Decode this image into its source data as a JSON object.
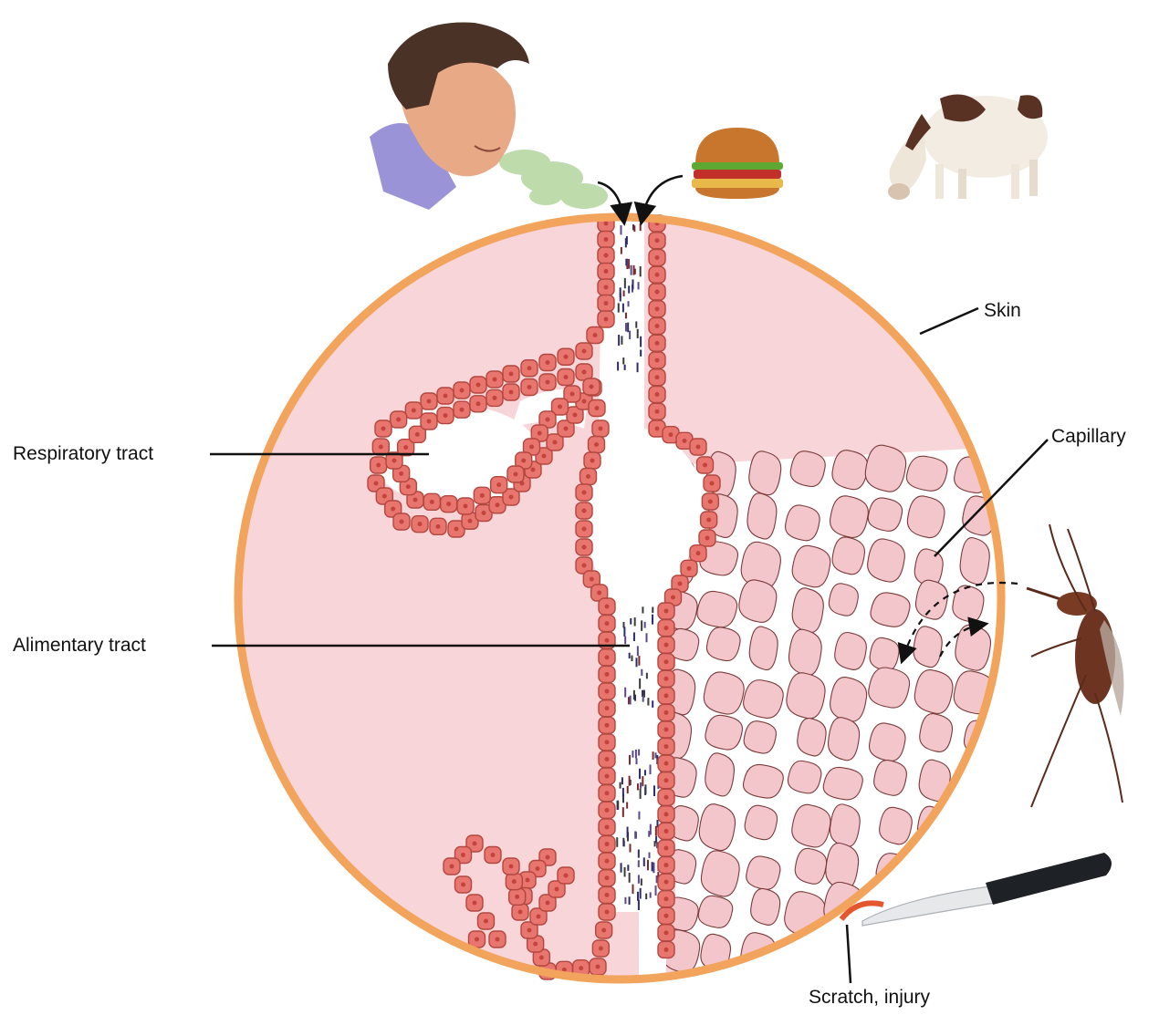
{
  "labels": {
    "skin": "Skin",
    "capillary": "Capillary",
    "respiratory": "Respiratory tract",
    "alimentary": "Alimentary tract",
    "scratch": "Scratch, injury"
  },
  "icons": {
    "person": "person-exhaling-icon",
    "burger": "hamburger-icon",
    "cow": "cow-icon",
    "mosquito": "mosquito-icon",
    "knife": "knife-icon"
  },
  "colors": {
    "skin": "#f2a35c",
    "tissue": "#f8d5d8",
    "epithelium": "#e9766e",
    "capillary_fill": "#f3c6cc",
    "background": "#ffffff"
  }
}
